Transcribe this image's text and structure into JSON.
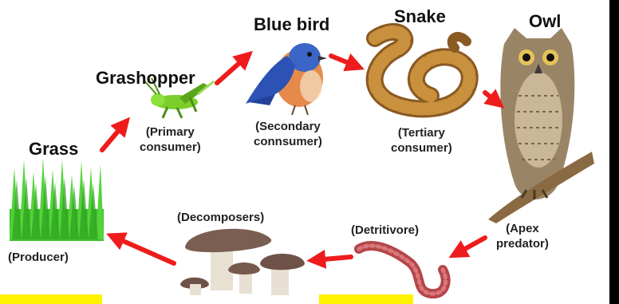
{
  "diagram": {
    "nodes": [
      {
        "name": "Grass",
        "role": "(Producer)"
      },
      {
        "name": "Grashopper",
        "role_line1": "(Primary",
        "role_line2": "consumer)"
      },
      {
        "name": "Blue bird",
        "role_line1": "(Secondary",
        "role_line2": "connsumer)"
      },
      {
        "name": "Snake",
        "role_line1": "(Tertiary",
        "role_line2": "consumer)"
      },
      {
        "name": "Owl",
        "role_line1": "(Apex",
        "role_line2": "predator)"
      },
      {
        "role": "(Detritivore)"
      },
      {
        "role": "(Decomposers)"
      }
    ],
    "arrow_color": "#ee1c1c",
    "highlight_color": "#fff200"
  }
}
